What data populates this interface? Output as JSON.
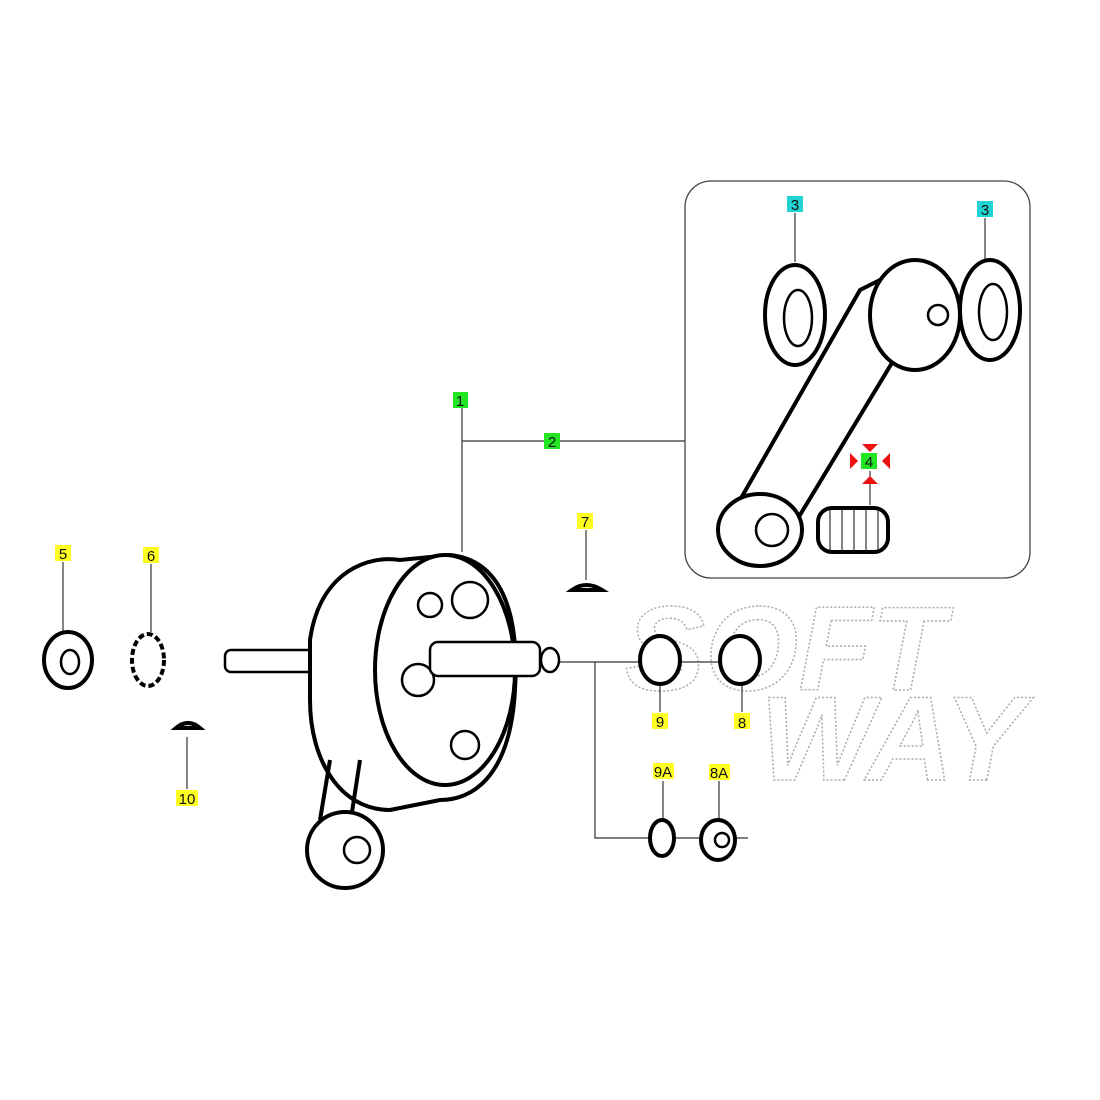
{
  "watermark": {
    "line1": "SOFT",
    "line2": "WAY"
  },
  "labels": {
    "p1": "1",
    "p2": "2",
    "p3a": "3",
    "p3b": "3",
    "p4": "4",
    "p5": "5",
    "p6": "6",
    "p7": "7",
    "p8": "8",
    "p9": "9",
    "p8a": "8A",
    "p9a": "9A",
    "p10": "10"
  },
  "colors": {
    "green": "#22e622",
    "cyan": "#22d3d3",
    "yellow": "#ffff22",
    "red": "#ee1111"
  }
}
